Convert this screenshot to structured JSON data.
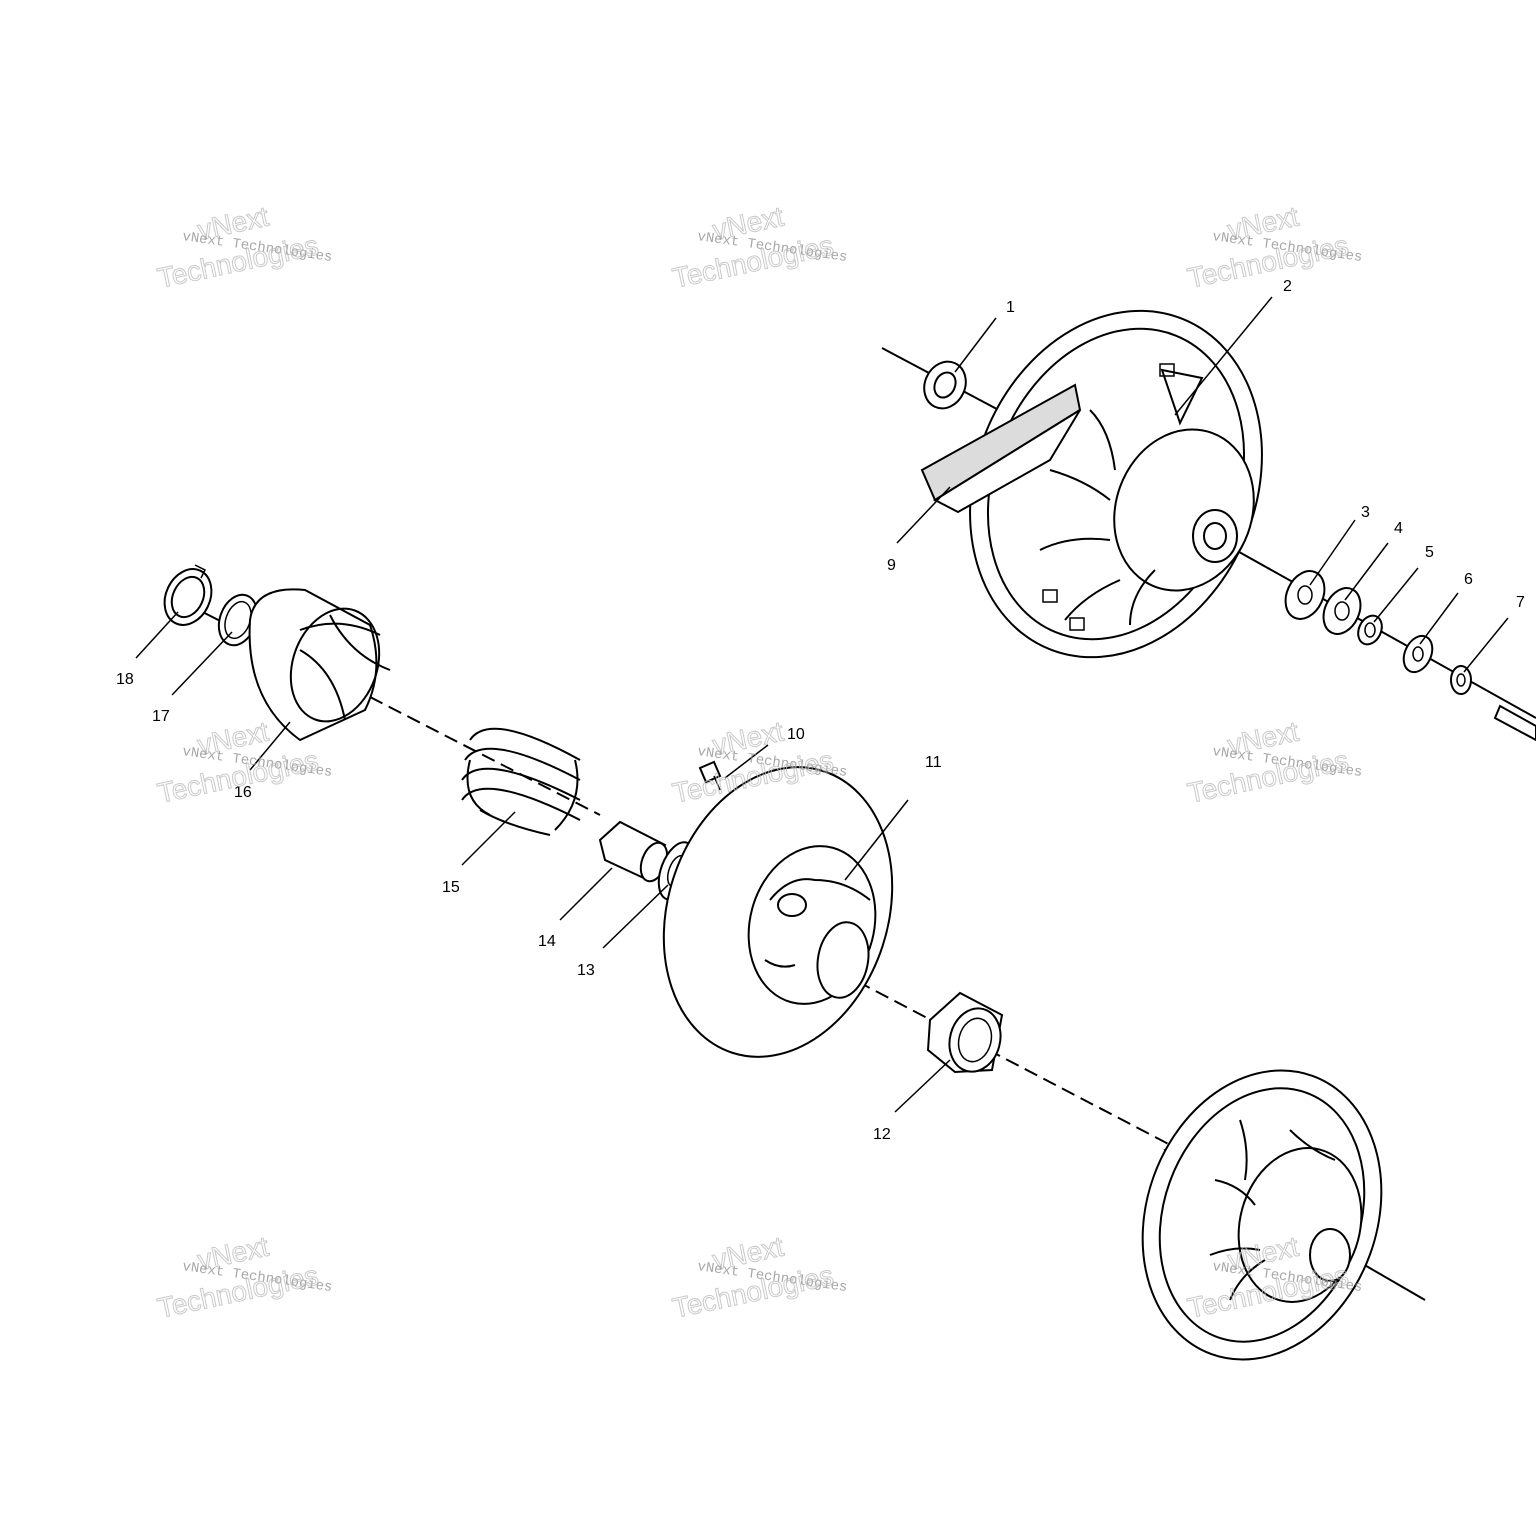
{
  "callouts": [
    {
      "id": "1",
      "label": "1"
    },
    {
      "id": "2",
      "label": "2"
    },
    {
      "id": "3",
      "label": "3"
    },
    {
      "id": "4",
      "label": "4"
    },
    {
      "id": "5",
      "label": "5"
    },
    {
      "id": "6",
      "label": "6"
    },
    {
      "id": "7",
      "label": "7"
    },
    {
      "id": "9",
      "label": "9"
    },
    {
      "id": "10",
      "label": "10"
    },
    {
      "id": "11",
      "label": "11"
    },
    {
      "id": "12",
      "label": "12"
    },
    {
      "id": "13",
      "label": "13"
    },
    {
      "id": "14",
      "label": "14"
    },
    {
      "id": "15",
      "label": "15"
    },
    {
      "id": "16",
      "label": "16"
    },
    {
      "id": "17",
      "label": "17"
    },
    {
      "id": "18",
      "label": "18"
    }
  ],
  "watermark": {
    "line_small": "vNext Technologies",
    "line_big_1": "vNext",
    "line_big_2": "Technologies"
  }
}
